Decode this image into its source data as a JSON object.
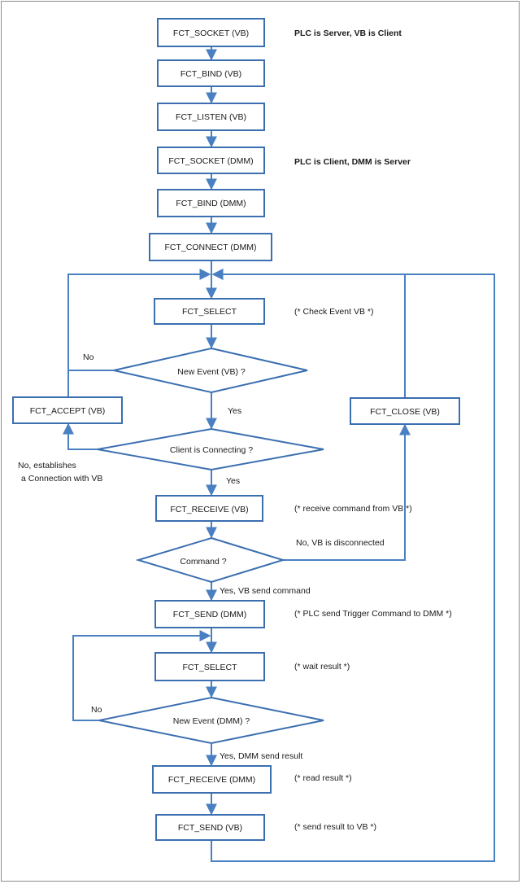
{
  "nodes": {
    "socket_vb": "FCT_SOCKET (VB)",
    "bind_vb": "FCT_BIND (VB)",
    "listen_vb": "FCT_LISTEN (VB)",
    "socket_dmm": "FCT_SOCKET (DMM)",
    "bind_dmm": "FCT_BIND (DMM)",
    "connect_dmm": "FCT_CONNECT (DMM)",
    "select_1": "FCT_SELECT",
    "new_event_vb": "New Event  (VB)  ?",
    "accept_vb": "FCT_ACCEPT (VB)",
    "client_connecting": "Client is Connecting   ?",
    "close_vb": "FCT_CLOSE (VB)",
    "receive_vb": "FCT_RECEIVE (VB)",
    "command": "Command  ?",
    "send_dmm": "FCT_SEND (DMM)",
    "select_2": "FCT_SELECT",
    "new_event_dmm": "New Event  (DMM)  ?",
    "receive_dmm": "FCT_RECEIVE (DMM)",
    "send_vb": "FCT_SEND (VB)"
  },
  "notes": {
    "plc_server": "PLC is Server, VB is Client",
    "plc_client": "PLC is Client,  DMM is Server",
    "check_event": "(* Check Event VB *)",
    "receive_cmd": "(* receive command from VB *)",
    "plc_send_trigger": "(* PLC send Trigger Command to DMM *)",
    "wait_result": "(* wait result *)",
    "read_result": "(* read result *)",
    "send_result": "(* send result to VB *)"
  },
  "edge_labels": {
    "no_1": "No",
    "yes_1": "Yes",
    "no_establish_1": "No, establishes",
    "no_establish_2": "a Connection  with VB",
    "yes_2": "Yes",
    "no_vb_disconnected": "No, VB  is disconnected",
    "yes_vb_command": "Yes, VB send command",
    "no_2": "No",
    "yes_dmm_result": "Yes, DMM send result"
  },
  "colors": {
    "stroke": "#3b6fb0",
    "line": "#4a80c2"
  }
}
